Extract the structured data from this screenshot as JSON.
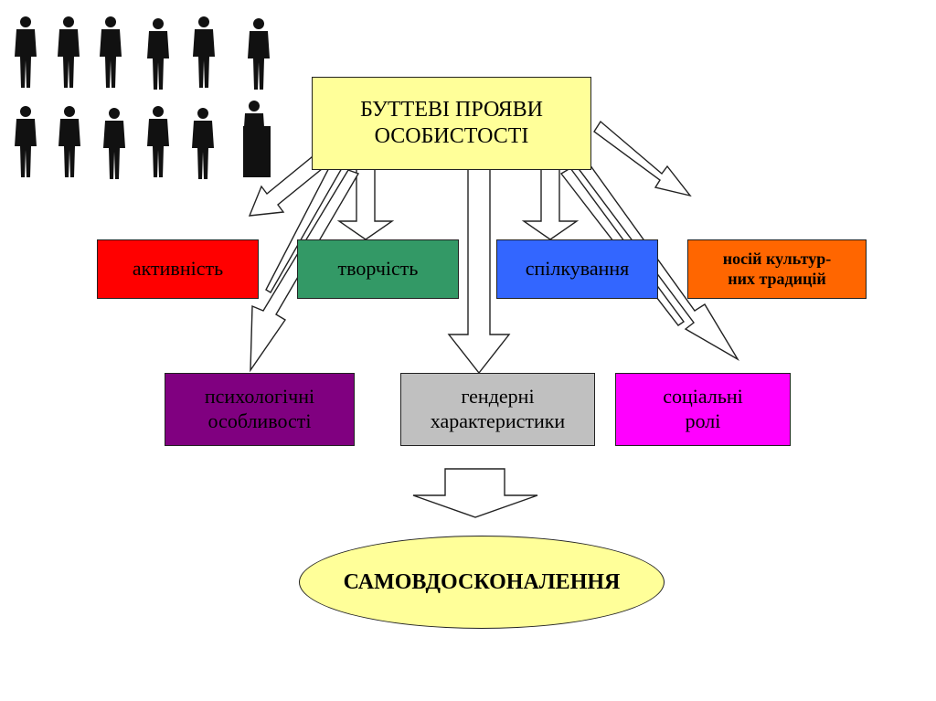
{
  "title": [
    "БУТТЕВІ ПРОЯВИ",
    "ОСОБИСТОСТІ"
  ],
  "row1": [
    {
      "lines": [
        "активність"
      ],
      "color": "#ff0000"
    },
    {
      "lines": [
        "творчість"
      ],
      "color": "#339966"
    },
    {
      "lines": [
        "спілкування"
      ],
      "color": "#3366ff"
    },
    {
      "lines": [
        "носій культур-",
        "них традицій"
      ],
      "color": "#ff6600"
    }
  ],
  "row2": [
    {
      "lines": [
        "психологічні",
        "особливості"
      ],
      "color": "#800080"
    },
    {
      "lines": [
        "гендерні",
        "характеристики"
      ],
      "color": "#c0c0c0"
    },
    {
      "lines": [
        "соціальні",
        "ролі"
      ],
      "color": "#ff00ff"
    }
  ],
  "result": "САМОВДОСКОНАЛЕННЯ",
  "colors": {
    "title_fill": "#ffff99",
    "result_fill": "#ffff99",
    "arrow_fill": "#ffffff",
    "outline": "#222222"
  },
  "decoration_icon": "business-people-silhouettes-icon"
}
